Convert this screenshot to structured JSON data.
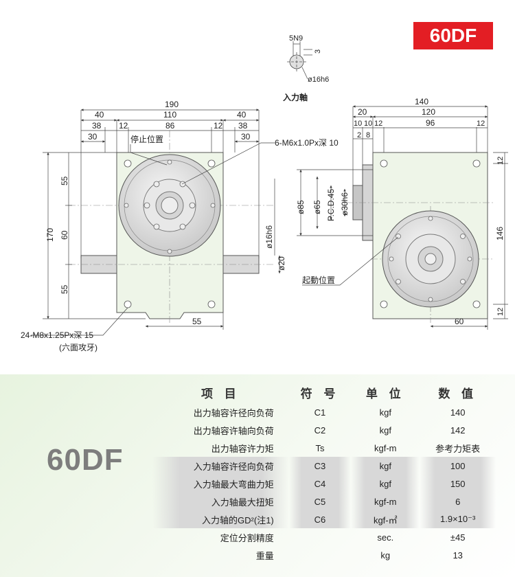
{
  "model": "60DF",
  "drawing": {
    "shaft_section": {
      "keyway": "5N9",
      "depth": "3",
      "diameter": "ø16h6",
      "label": "入力軸"
    },
    "front_view": {
      "dims_top": [
        "190",
        "40",
        "110",
        "40",
        "38",
        "12",
        "86",
        "12",
        "38",
        "30",
        "30"
      ],
      "dims_left": [
        "170",
        "55",
        "60",
        "55"
      ],
      "dims_bottom": "55",
      "output_shaft_dia": "ø16h6",
      "input_shaft_dia": "ø20",
      "stop_position": "停止位置",
      "tap_note": "6-M6x1.0Px深 10",
      "mount_note": "24-M8x1.25Px深 15",
      "mount_note2": "(六面攻牙)"
    },
    "side_view": {
      "dims_top": [
        "140",
        "20",
        "120",
        "10",
        "10",
        "12",
        "96",
        "12",
        "2",
        "8"
      ],
      "dims_right": [
        "12",
        "146",
        "12"
      ],
      "dims_bottom": "60",
      "dims_vertical": [
        "ø85",
        "ø65",
        "P.C.D.45",
        "ø30h6"
      ],
      "start_position": "起動位置"
    }
  },
  "spec": {
    "headers": [
      "项 目",
      "符 号",
      "单 位",
      "数 值"
    ],
    "rows": [
      {
        "name": "出力轴容许径向负荷",
        "symbol": "C1",
        "unit": "kgf",
        "value": "140"
      },
      {
        "name": "出力轴容许轴向负荷",
        "symbol": "C2",
        "unit": "kgf",
        "value": "142"
      },
      {
        "name": "出力轴容许力矩",
        "symbol": "Ts",
        "unit": "kgf-m",
        "value": "参考力矩表"
      },
      {
        "name": "入力轴容许径向负荷",
        "symbol": "C3",
        "unit": "kgf",
        "value": "100"
      },
      {
        "name": "入力轴最大弯曲力矩",
        "symbol": "C4",
        "unit": "kgf",
        "value": "150"
      },
      {
        "name": "入力轴最大扭矩",
        "symbol": "C5",
        "unit": "kgf-m",
        "value": "6"
      },
      {
        "name": "入力轴的GD²(注1)",
        "symbol": "C6",
        "unit": "kgf-㎡",
        "value": "1.9×10⁻³"
      },
      {
        "name": "定位分割精度",
        "symbol": "",
        "unit": "sec.",
        "value": "±45"
      },
      {
        "name": "重量",
        "symbol": "",
        "unit": "kg",
        "value": "13"
      }
    ]
  }
}
